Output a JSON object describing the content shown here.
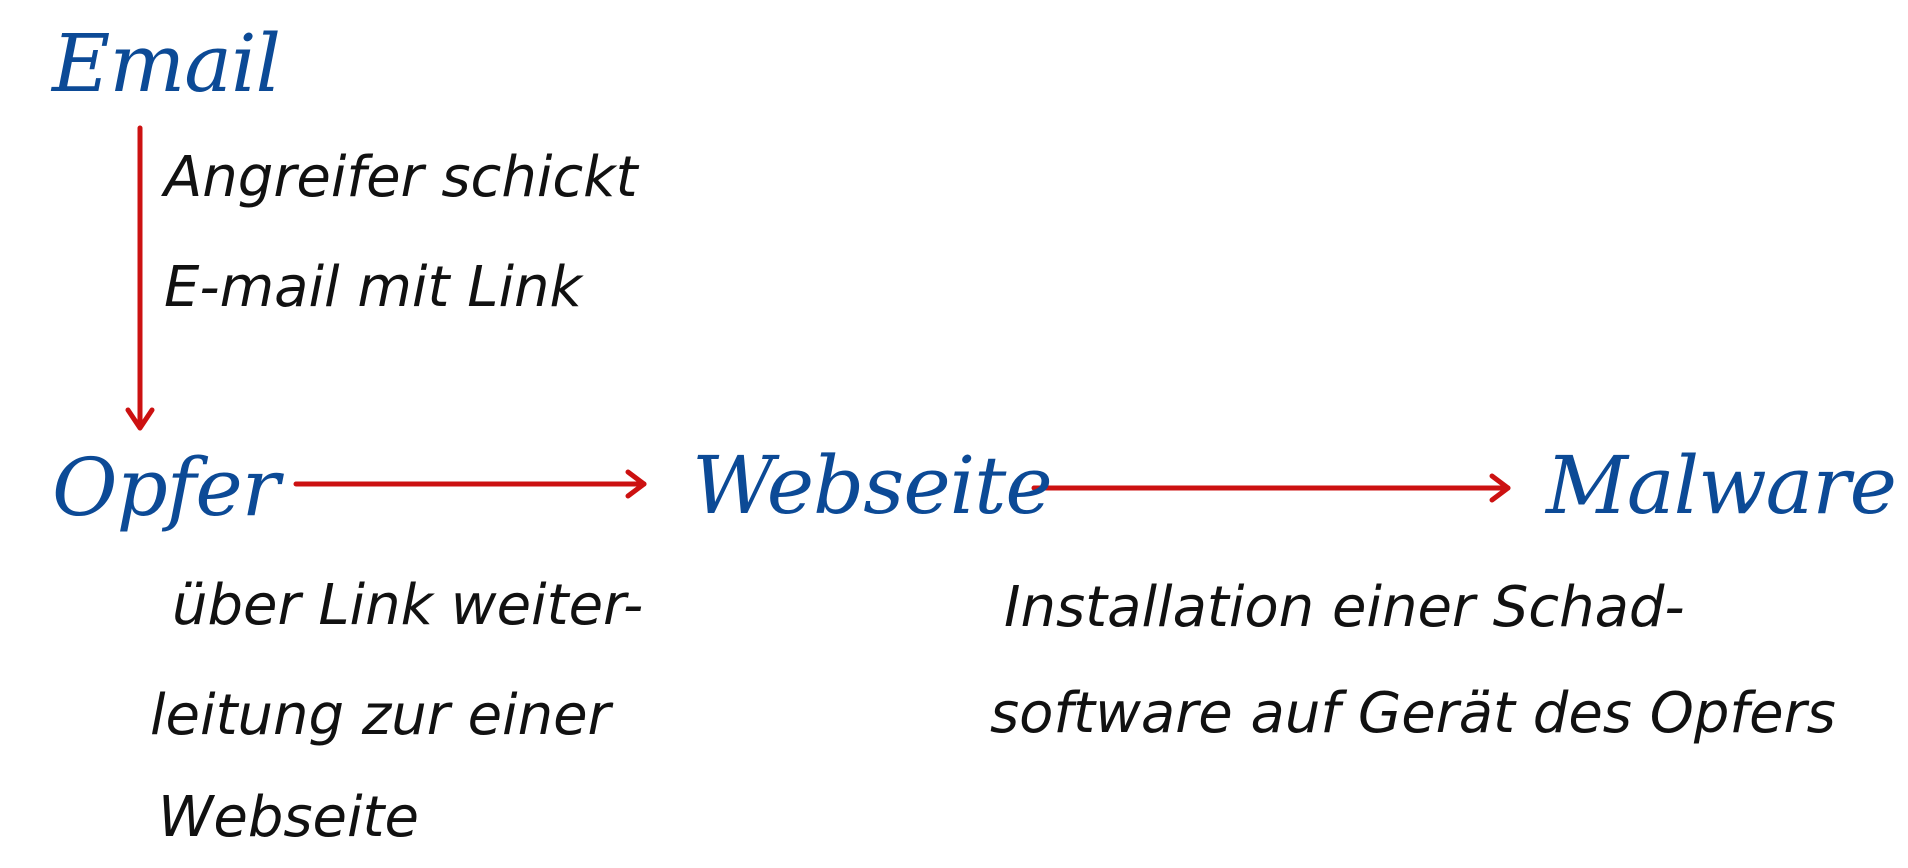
{
  "diagram": {
    "nodes": {
      "email": "Email",
      "opfer": "Opfer",
      "webseite": "Webseite",
      "malware": "Malware"
    },
    "notes": {
      "email_line1": "Angreifer schickt",
      "email_line2": "E-mail mit Link",
      "opfer_line1": "über Link weiter-",
      "opfer_line2": "leitung zur einer",
      "opfer_line3": "Webseite",
      "malware_line1": "Installation einer Schad-",
      "malware_line2": "software auf Gerät des Opfers"
    },
    "edges": [
      {
        "from": "Email",
        "to": "Opfer"
      },
      {
        "from": "Opfer",
        "to": "Webseite"
      },
      {
        "from": "Webseite",
        "to": "Malware"
      }
    ],
    "colors": {
      "node_text": "#0c4a96",
      "note_text": "#111111",
      "arrow": "#cc1111"
    }
  }
}
